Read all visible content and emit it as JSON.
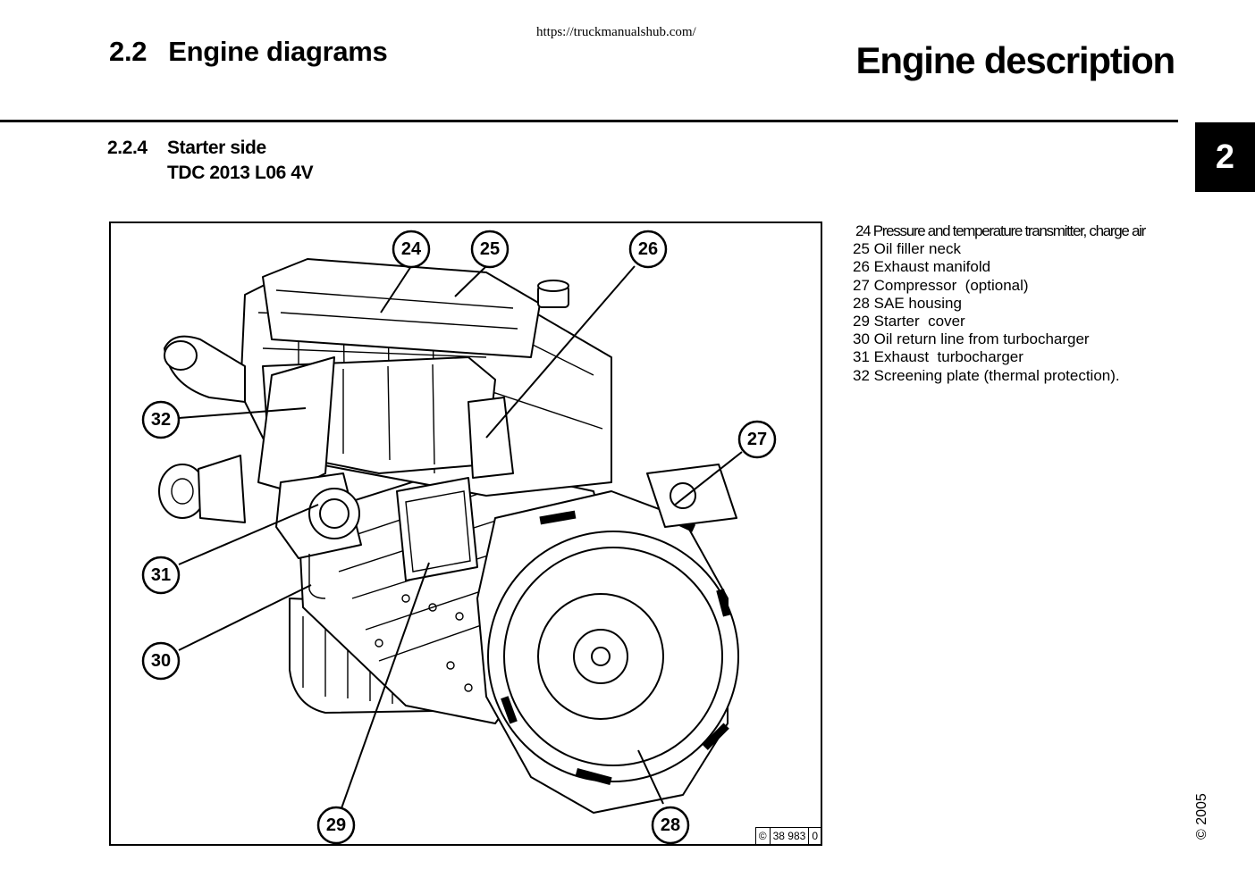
{
  "header": {
    "url": "https://truckmanualshub.com/",
    "section_number": "2.2",
    "section_title": "Engine diagrams",
    "chapter_title": "Engine description",
    "chapter_tab": "2"
  },
  "subsection": {
    "number": "2.2.4",
    "title": "Starter side",
    "engine": "TDC 2013 L06 4V"
  },
  "figure": {
    "copyright_symbol": "©",
    "figure_number": "38 983",
    "figure_index": "0",
    "callouts": [
      "24",
      "25",
      "26",
      "27",
      "28",
      "29",
      "30",
      "31",
      "32"
    ]
  },
  "legend": [
    {
      "num": "24",
      "text": "Pressure and temperature transmitter, charge air"
    },
    {
      "num": "25",
      "text": "Oil filler neck"
    },
    {
      "num": "26",
      "text": "Exhaust manifold"
    },
    {
      "num": "27",
      "text": "Compressor  (optional)"
    },
    {
      "num": "28",
      "text": "SAE housing"
    },
    {
      "num": "29",
      "text": "Starter  cover"
    },
    {
      "num": "30",
      "text": "Oil return line from turbocharger"
    },
    {
      "num": "31",
      "text": "Exhaust  turbocharger"
    },
    {
      "num": "32",
      "text": "Screening plate (thermal protection)."
    }
  ],
  "footer": {
    "copyright": "© 2005"
  }
}
